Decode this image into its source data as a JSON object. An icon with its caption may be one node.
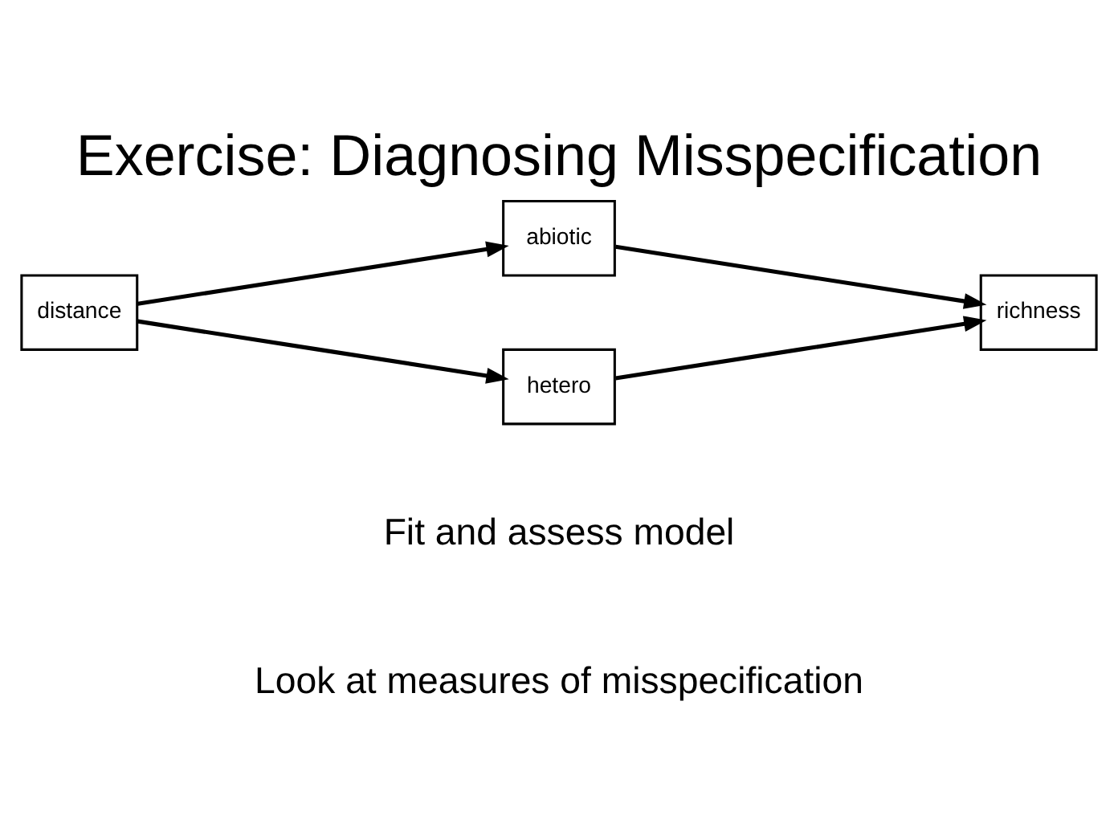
{
  "diagram": {
    "title": "Exercise: Diagnosing Misspecification",
    "nodes": [
      {
        "text": [
          "distance"
        ]
      },
      {
        "text": [
          "abiotic"
        ]
      },
      {
        "text": [
          "hetero"
        ]
      },
      {
        "text": [
          "richness"
        ]
      }
    ],
    "edges": [
      {
        "from": 0,
        "to": 1,
        "arrow": "to"
      },
      {
        "from": 0,
        "to": 2,
        "arrow": "to"
      },
      {
        "from": 1,
        "to": 3,
        "arrow": "to"
      },
      {
        "from": 2,
        "to": 3,
        "arrow": "to"
      }
    ],
    "labels": [
      "Fit and assess model",
      "Look at measures of misspecification"
    ]
  }
}
